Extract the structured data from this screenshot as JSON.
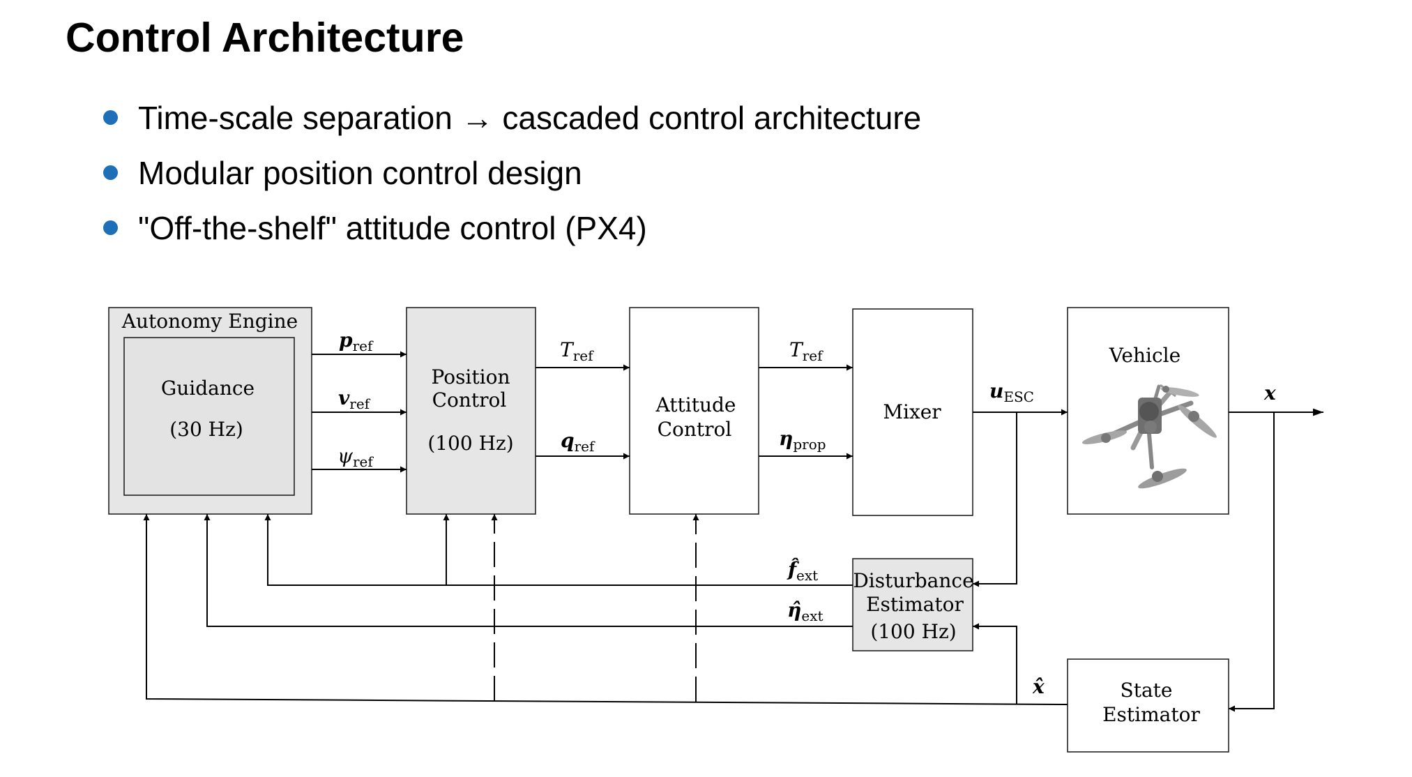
{
  "title": "Control Architecture",
  "bullets": [
    "Time-scale separation → cascaded control architecture",
    "Modular position control design",
    "\"Off-the-shelf\" attitude control (PX4)"
  ],
  "colors": {
    "bullet": "#1d6fb8",
    "shaded_block": "#e6e6e6",
    "inner_block": "#e3e3e3",
    "line": "#000000"
  },
  "diagram": {
    "blocks": {
      "autonomy_engine": "Autonomy Engine",
      "guidance": "Guidance",
      "guidance_rate": "(30 Hz)",
      "position_control_1": "Position",
      "position_control_2": "Control",
      "position_control_rate": "(100 Hz)",
      "attitude_control_1": "Attitude",
      "attitude_control_2": "Control",
      "mixer": "Mixer",
      "vehicle": "Vehicle",
      "disturbance_estimator_1": "Disturbance",
      "disturbance_estimator_2": "Estimator",
      "disturbance_estimator_rate": "(100 Hz)",
      "state_estimator_1": "State",
      "state_estimator_2": "Estimator"
    },
    "signals": {
      "p_ref": {
        "sym": "p",
        "sub": "ref"
      },
      "v_ref": {
        "sym": "v",
        "sub": "ref"
      },
      "psi_ref": {
        "sym": "ψ",
        "sub": "ref"
      },
      "T_ref_1": {
        "sym": "T",
        "sub": "ref"
      },
      "q_ref": {
        "sym": "q",
        "sub": "ref"
      },
      "T_ref_2": {
        "sym": "T",
        "sub": "ref"
      },
      "eta_prop": {
        "sym": "η",
        "sub": "prop"
      },
      "u_esc": {
        "sym": "u",
        "sub": "ESC"
      },
      "x": {
        "sym": "x"
      },
      "f_ext_hat": {
        "sym": "f̂",
        "sub": "ext"
      },
      "eta_ext_hat": {
        "sym": "η̂",
        "sub": "ext"
      },
      "x_hat": {
        "sym": "x̂"
      }
    },
    "vehicle_image": "quadrotor-drone-photo"
  }
}
